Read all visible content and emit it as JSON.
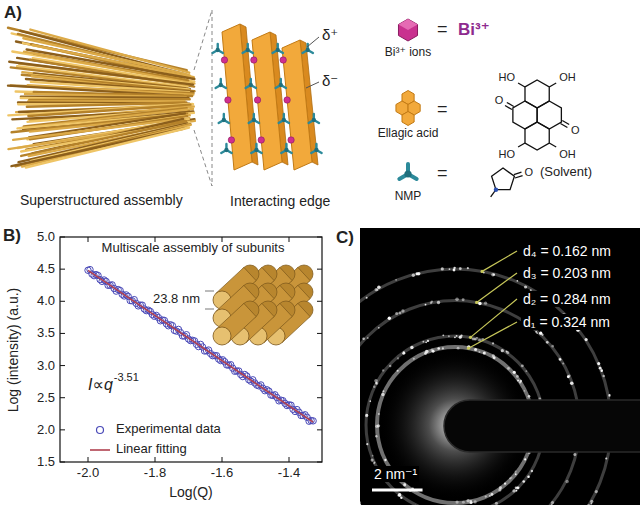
{
  "diagram": {
    "labels": [
      "A)",
      "Superstructured assembly",
      "Interacting edge",
      "δ⁺",
      "δ⁻",
      "Bi³⁺ ions",
      "=",
      "Bi³⁺",
      "Ellagic acid",
      "=",
      "HO",
      "OH",
      "O",
      "O",
      "HO",
      "OH",
      "NMP",
      "=",
      "O",
      "(Solvent)",
      "B)",
      "Multiscale assembly of subunits",
      "23.8 nm",
      "I∝q",
      "-3.51",
      "5.0",
      "4.5",
      "4.0",
      "3.5",
      "3.0",
      "2.5",
      "2.0",
      "1.5",
      "-2.0",
      "-1.8",
      "-1.6",
      "-1.4",
      "Log (intensity) (a.u.)",
      "Log(Q)",
      "C)",
      "d₄ = 0.162 nm",
      "d₃ = 0.203 nm",
      "d₂ = 0.284 nm",
      "d₁ = 0.324 nm",
      "2 nm⁻¹"
    ],
    "legend": [
      {
        "text": "Experimental data"
      },
      {
        "text": "Linear fitting"
      }
    ]
  }
}
